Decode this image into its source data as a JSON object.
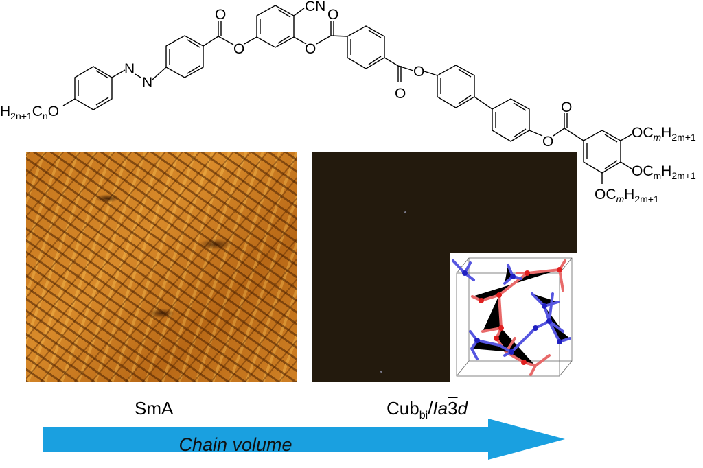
{
  "structure": {
    "left_chain": [
      "H",
      "2n+1",
      "C",
      "n",
      "O"
    ],
    "azo": [
      "N",
      "N"
    ],
    "cyano": "CN",
    "oxygen": "O",
    "right_chains": [
      {
        "pre": "OC",
        "sub1": "m",
        "mid": "H",
        "sub2": "2m+1"
      },
      {
        "pre": "OC",
        "sub1": "m",
        "mid": "H",
        "sub2": "2m+1"
      },
      {
        "pre": "OC",
        "sub1": "m",
        "mid": "H",
        "sub2": "2m+1"
      }
    ]
  },
  "panels": {
    "left_label": "SmA",
    "right_label": {
      "main": "Cub",
      "sub": "bi",
      "slash": "/",
      "space_group_a": "Ia",
      "bar3": "3",
      "d": "d"
    }
  },
  "arrow": {
    "label": "Chain volume",
    "color": "#1aa0e0"
  },
  "colors": {
    "network_red": "#e05050",
    "network_blue": "#4040d0"
  }
}
